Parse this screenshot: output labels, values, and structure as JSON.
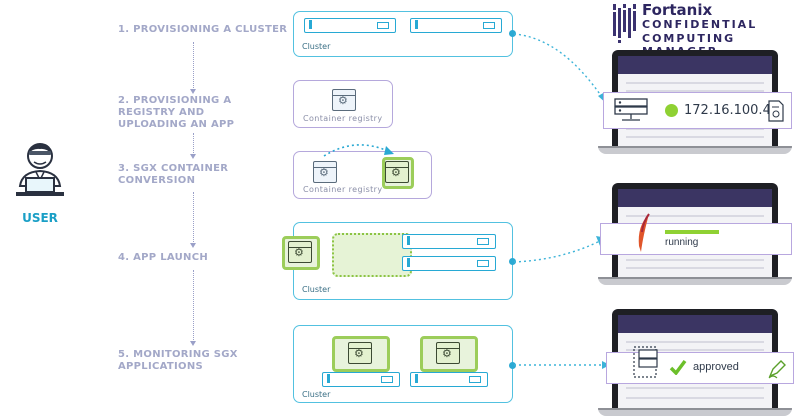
{
  "brand": {
    "name": "Fortanix",
    "product_line1": "CONFIDENTIAL",
    "product_line2": "COMPUTING MANAGER"
  },
  "user": {
    "label": "USER"
  },
  "steps": [
    {
      "text": "1. PROVISIONING A CLUSTER"
    },
    {
      "text": "2. PROVISIONING A REGISTRY AND UPLOADING AN APP"
    },
    {
      "text": "3. SGX CONTAINER CONVERSION"
    },
    {
      "text": "4. APP LAUNCH"
    },
    {
      "text": "5. MONITORING SGX APPLICATIONS"
    }
  ],
  "labels": {
    "cluster": "Cluster",
    "container_registry": "Container registry"
  },
  "callouts": {
    "ip": "172.16.100.4",
    "running": "running",
    "approved": "approved"
  },
  "colors": {
    "accent_blue": "#52c1e0",
    "accent_purple": "#b5a8dc",
    "status_green": "#8fd133",
    "step_text": "#a3a8c8",
    "brand_navy": "#2d2660"
  },
  "icons": {
    "user": "user-at-laptop-icon",
    "server": "server-icon",
    "container": "container-gear-icon",
    "certificate": "certificate-icon",
    "feather": "apache-feather-icon",
    "check": "checkmark-icon",
    "pen": "signing-pen-icon"
  }
}
